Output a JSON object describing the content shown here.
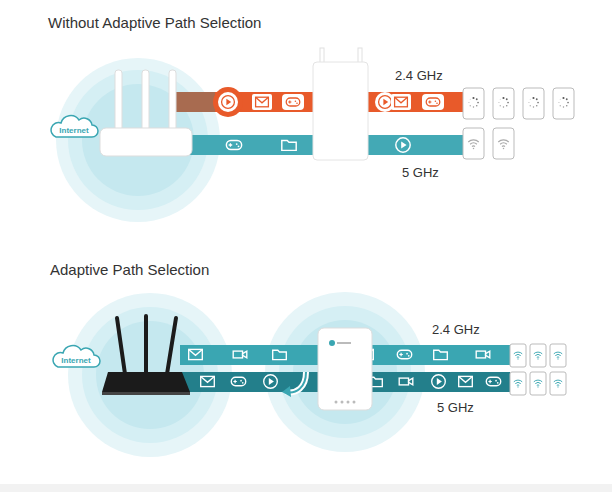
{
  "diagram": {
    "nodes": [
      {
        "text": [
          "Internet"
        ]
      },
      {
        "text": [
          "Internet"
        ]
      }
    ],
    "labels": [
      "Without Adaptive Path Selection",
      "2.4 GHz",
      "5 GHz",
      "Adaptive Path Selection",
      "2.4 GHz",
      "5 GHz"
    ]
  }
}
